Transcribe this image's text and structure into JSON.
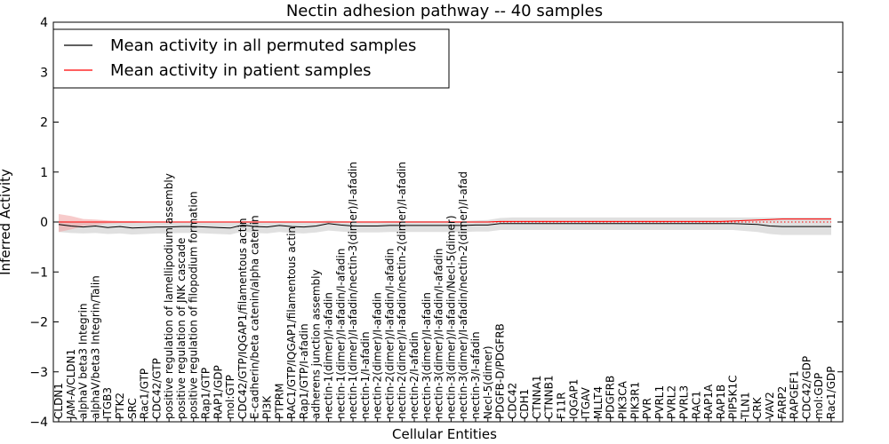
{
  "chart_data": {
    "type": "line",
    "title": "Nectin adhesion pathway -- 40 samples",
    "xlabel": "Cellular Entities",
    "ylabel": "Inferred Activity",
    "ylim": [
      -4,
      4
    ],
    "yticks": [
      -4,
      -3,
      -2,
      -1,
      0,
      1,
      2,
      3,
      4
    ],
    "legend_position": "top-left",
    "grid": false,
    "categories": [
      "CLDN1",
      "JAM-A/CLDN1",
      "alphaV beta3 Integrin",
      "alphaV/beta3 Integrin/Talin",
      "ITGB3",
      "PTK2",
      "SRC",
      "Rac1/GTP",
      "CDC42/GTP",
      "positive regulation of lamellipodium assembly",
      "positive regulation of JNK cascade",
      "positive regulation of filopodium formation",
      "Rap1/GTP",
      "RAP1/GDP",
      "mol:GTP",
      "CDC42/GTP/IQGAP1/filamentous actin",
      "E-cadherin/beta catenin/alpha catenin",
      "PI3K",
      "PTPRM",
      "RAC1/GTP/IQGAP1/filamentous actin",
      "Rap1/GTP/I-afadin",
      "adherens junction assembly",
      "nectin-1(dimer)/I-afadin",
      "nectin-1(dimer)/I-afadin/I-afadin",
      "nectin-1(dimer)/I-afadin/nectin-3(dimer)/I-afadin",
      "nectin-1/I-afadin",
      "nectin-2(dimer)/I-afadin",
      "nectin-2(dimer)/I-afadin/I-afadin",
      "nectin-2(dimer)/I-afadin/nectin-2(dimer)/I-afadin",
      "nectin-2/I-afadin",
      "nectin-3(dimer)/I-afadin",
      "nectin-3(dimer)/I-afadin/I-afadin",
      "nectin-3(dimer)/I-afadin/Necl-5(dimer)",
      "nectin-3(dimer)/I-afadin/nectin-2(dimer)/I-afad",
      "nectin-3/I-afadin",
      "Necl-5(dimer)",
      "PDGFB-D/PDGFRB",
      "CDC42",
      "CDH1",
      "CTNNA1",
      "CTNNB1",
      "F11R",
      "IQGAP1",
      "ITGAV",
      "MLLT4",
      "PDGFRB",
      "PIK3CA",
      "PIK3R1",
      "PVR",
      "PVRL1",
      "PVRL2",
      "PVRL3",
      "RAC1",
      "RAP1A",
      "RAP1B",
      "PIP5K1C",
      "TLN1",
      "CRK",
      "VAV2",
      "FARP2",
      "RAPGEF1",
      "CDC42/GDP",
      "mol:GDP",
      "Rac1/GDP"
    ],
    "series": [
      {
        "name": "Mean activity in all permuted samples",
        "color": "#000000",
        "band_color": "#cccccc",
        "values": [
          -0.05,
          -0.08,
          -0.1,
          -0.08,
          -0.11,
          -0.09,
          -0.12,
          -0.11,
          -0.1,
          -0.1,
          -0.09,
          -0.09,
          -0.1,
          -0.11,
          -0.12,
          -0.06,
          -0.09,
          -0.1,
          -0.07,
          -0.09,
          -0.1,
          -0.08,
          -0.03,
          -0.06,
          -0.08,
          -0.08,
          -0.08,
          -0.07,
          -0.07,
          -0.07,
          -0.07,
          -0.07,
          -0.07,
          -0.07,
          -0.06,
          -0.06,
          -0.03,
          -0.03,
          -0.03,
          -0.03,
          -0.03,
          -0.03,
          -0.03,
          -0.03,
          -0.03,
          -0.03,
          -0.03,
          -0.03,
          -0.03,
          -0.03,
          -0.03,
          -0.03,
          -0.03,
          -0.03,
          -0.03,
          -0.03,
          -0.04,
          -0.05,
          -0.08,
          -0.09,
          -0.09,
          -0.09,
          -0.09,
          -0.09
        ],
        "lower": [
          -0.2,
          -0.22,
          -0.23,
          -0.22,
          -0.24,
          -0.23,
          -0.25,
          -0.24,
          -0.23,
          -0.23,
          -0.22,
          -0.22,
          -0.23,
          -0.24,
          -0.25,
          -0.19,
          -0.22,
          -0.23,
          -0.2,
          -0.22,
          -0.23,
          -0.21,
          -0.17,
          -0.19,
          -0.21,
          -0.21,
          -0.21,
          -0.2,
          -0.2,
          -0.2,
          -0.2,
          -0.2,
          -0.2,
          -0.2,
          -0.19,
          -0.19,
          -0.16,
          -0.16,
          -0.16,
          -0.16,
          -0.16,
          -0.16,
          -0.16,
          -0.16,
          -0.16,
          -0.16,
          -0.16,
          -0.16,
          -0.16,
          -0.16,
          -0.16,
          -0.16,
          -0.16,
          -0.16,
          -0.16,
          -0.16,
          -0.18,
          -0.2,
          -0.24,
          -0.26,
          -0.26,
          -0.26,
          -0.26,
          -0.26
        ],
        "upper": [
          0.02,
          0.01,
          0.0,
          0.01,
          0.0,
          0.01,
          0.0,
          0.0,
          0.0,
          0.0,
          0.0,
          0.0,
          0.0,
          0.0,
          0.0,
          0.02,
          0.01,
          0.0,
          0.01,
          0.0,
          0.0,
          0.01,
          0.03,
          0.02,
          0.01,
          0.01,
          0.01,
          0.02,
          0.02,
          0.02,
          0.02,
          0.02,
          0.02,
          0.02,
          0.03,
          0.04,
          0.08,
          0.09,
          0.09,
          0.09,
          0.09,
          0.09,
          0.09,
          0.09,
          0.09,
          0.09,
          0.09,
          0.09,
          0.09,
          0.09,
          0.09,
          0.09,
          0.09,
          0.09,
          0.09,
          0.09,
          0.09,
          0.09,
          0.09,
          0.09,
          0.09,
          0.09,
          0.09,
          0.09
        ]
      },
      {
        "name": "Mean activity in patient samples",
        "color": "#ff0000",
        "band_color": "#f0a0a0",
        "values": [
          0.0,
          0.0,
          0.0,
          0.0,
          0.0,
          0.0,
          0.0,
          0.0,
          0.0,
          0.0,
          0.0,
          0.0,
          0.0,
          0.0,
          0.0,
          0.0,
          0.0,
          0.0,
          0.0,
          0.0,
          0.0,
          0.0,
          0.0,
          0.0,
          0.0,
          0.0,
          0.0,
          0.0,
          0.0,
          0.0,
          0.0,
          0.0,
          0.0,
          0.0,
          0.0,
          0.0,
          0.01,
          0.01,
          0.01,
          0.01,
          0.01,
          0.01,
          0.01,
          0.01,
          0.01,
          0.01,
          0.01,
          0.01,
          0.01,
          0.01,
          0.01,
          0.01,
          0.01,
          0.01,
          0.01,
          0.02,
          0.03,
          0.04,
          0.05,
          0.06,
          0.06,
          0.06,
          0.06,
          0.06
        ],
        "lower": [
          -0.2,
          -0.15,
          -0.08,
          -0.06,
          -0.03,
          -0.02,
          -0.02,
          -0.01,
          -0.01,
          -0.01,
          -0.01,
          -0.01,
          -0.01,
          -0.01,
          -0.01,
          -0.01,
          -0.01,
          -0.01,
          -0.01,
          -0.01,
          -0.01,
          -0.01,
          -0.01,
          -0.01,
          -0.01,
          -0.01,
          -0.01,
          -0.01,
          -0.01,
          -0.01,
          -0.01,
          -0.01,
          -0.01,
          -0.01,
          -0.01,
          -0.01,
          0.0,
          0.0,
          0.0,
          0.0,
          0.0,
          0.0,
          0.0,
          0.0,
          0.0,
          0.0,
          0.0,
          0.0,
          0.0,
          0.0,
          0.0,
          0.0,
          0.0,
          0.0,
          0.0,
          0.01,
          0.02,
          0.03,
          0.04,
          0.05,
          0.05,
          0.05,
          0.05,
          0.05
        ],
        "upper": [
          0.16,
          0.12,
          0.06,
          0.05,
          0.03,
          0.02,
          0.02,
          0.01,
          0.01,
          0.01,
          0.01,
          0.01,
          0.01,
          0.01,
          0.01,
          0.01,
          0.01,
          0.01,
          0.01,
          0.01,
          0.01,
          0.01,
          0.01,
          0.01,
          0.01,
          0.01,
          0.01,
          0.01,
          0.01,
          0.01,
          0.01,
          0.01,
          0.01,
          0.01,
          0.01,
          0.01,
          0.02,
          0.02,
          0.02,
          0.02,
          0.02,
          0.02,
          0.02,
          0.02,
          0.02,
          0.02,
          0.02,
          0.02,
          0.02,
          0.02,
          0.02,
          0.02,
          0.02,
          0.02,
          0.02,
          0.03,
          0.04,
          0.05,
          0.06,
          0.07,
          0.07,
          0.07,
          0.07,
          0.07
        ]
      }
    ],
    "reference_line": {
      "y": 0,
      "style": "dotted",
      "color": "#ff0000"
    }
  }
}
